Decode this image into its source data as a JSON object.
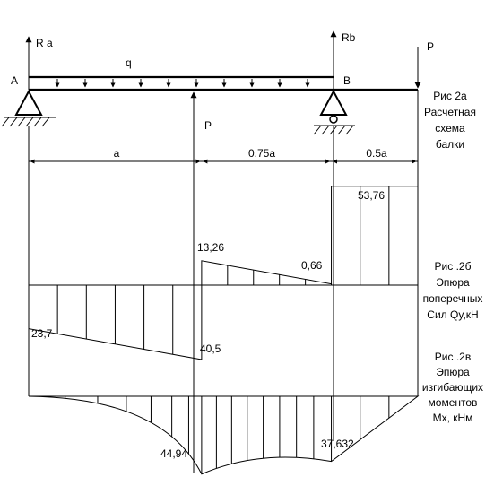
{
  "scheme": {
    "support_a_label": "A",
    "support_b_label": "B",
    "reaction_a_label": "R a",
    "reaction_b_label": "Rb",
    "load_label": "q",
    "point_force_mid_label": "P",
    "point_force_end_label": "P",
    "segments": [
      {
        "label": "a",
        "length": 1.0
      },
      {
        "label": "0.75a",
        "length": 0.75
      },
      {
        "label": "0.5a",
        "length": 0.5
      }
    ],
    "caption": [
      "Рис 2a",
      "Расчетная",
      "схема",
      "балки"
    ]
  },
  "shear": {
    "caption": [
      "Рис .2б",
      "Эпюра",
      "поперечных",
      "Сил  Qy,кН"
    ],
    "labels": {
      "left_start": "23,7",
      "left_end": "40,5",
      "mid_start": "13,26",
      "mid_end": "0,66",
      "right": "53,76"
    },
    "values": {
      "left_start": -23.7,
      "left_end": -40.5,
      "mid_start": 13.26,
      "mid_end": 0.66,
      "right": 53.76
    }
  },
  "moment": {
    "caption": [
      "Рис .2в",
      "Эпюра",
      "изгибающих",
      "моментов",
      "Mx, кНм"
    ],
    "labels": {
      "at_p": "44,94",
      "at_b": "37,632"
    },
    "values": {
      "at_p": 44.94,
      "at_b": 37.632
    }
  }
}
